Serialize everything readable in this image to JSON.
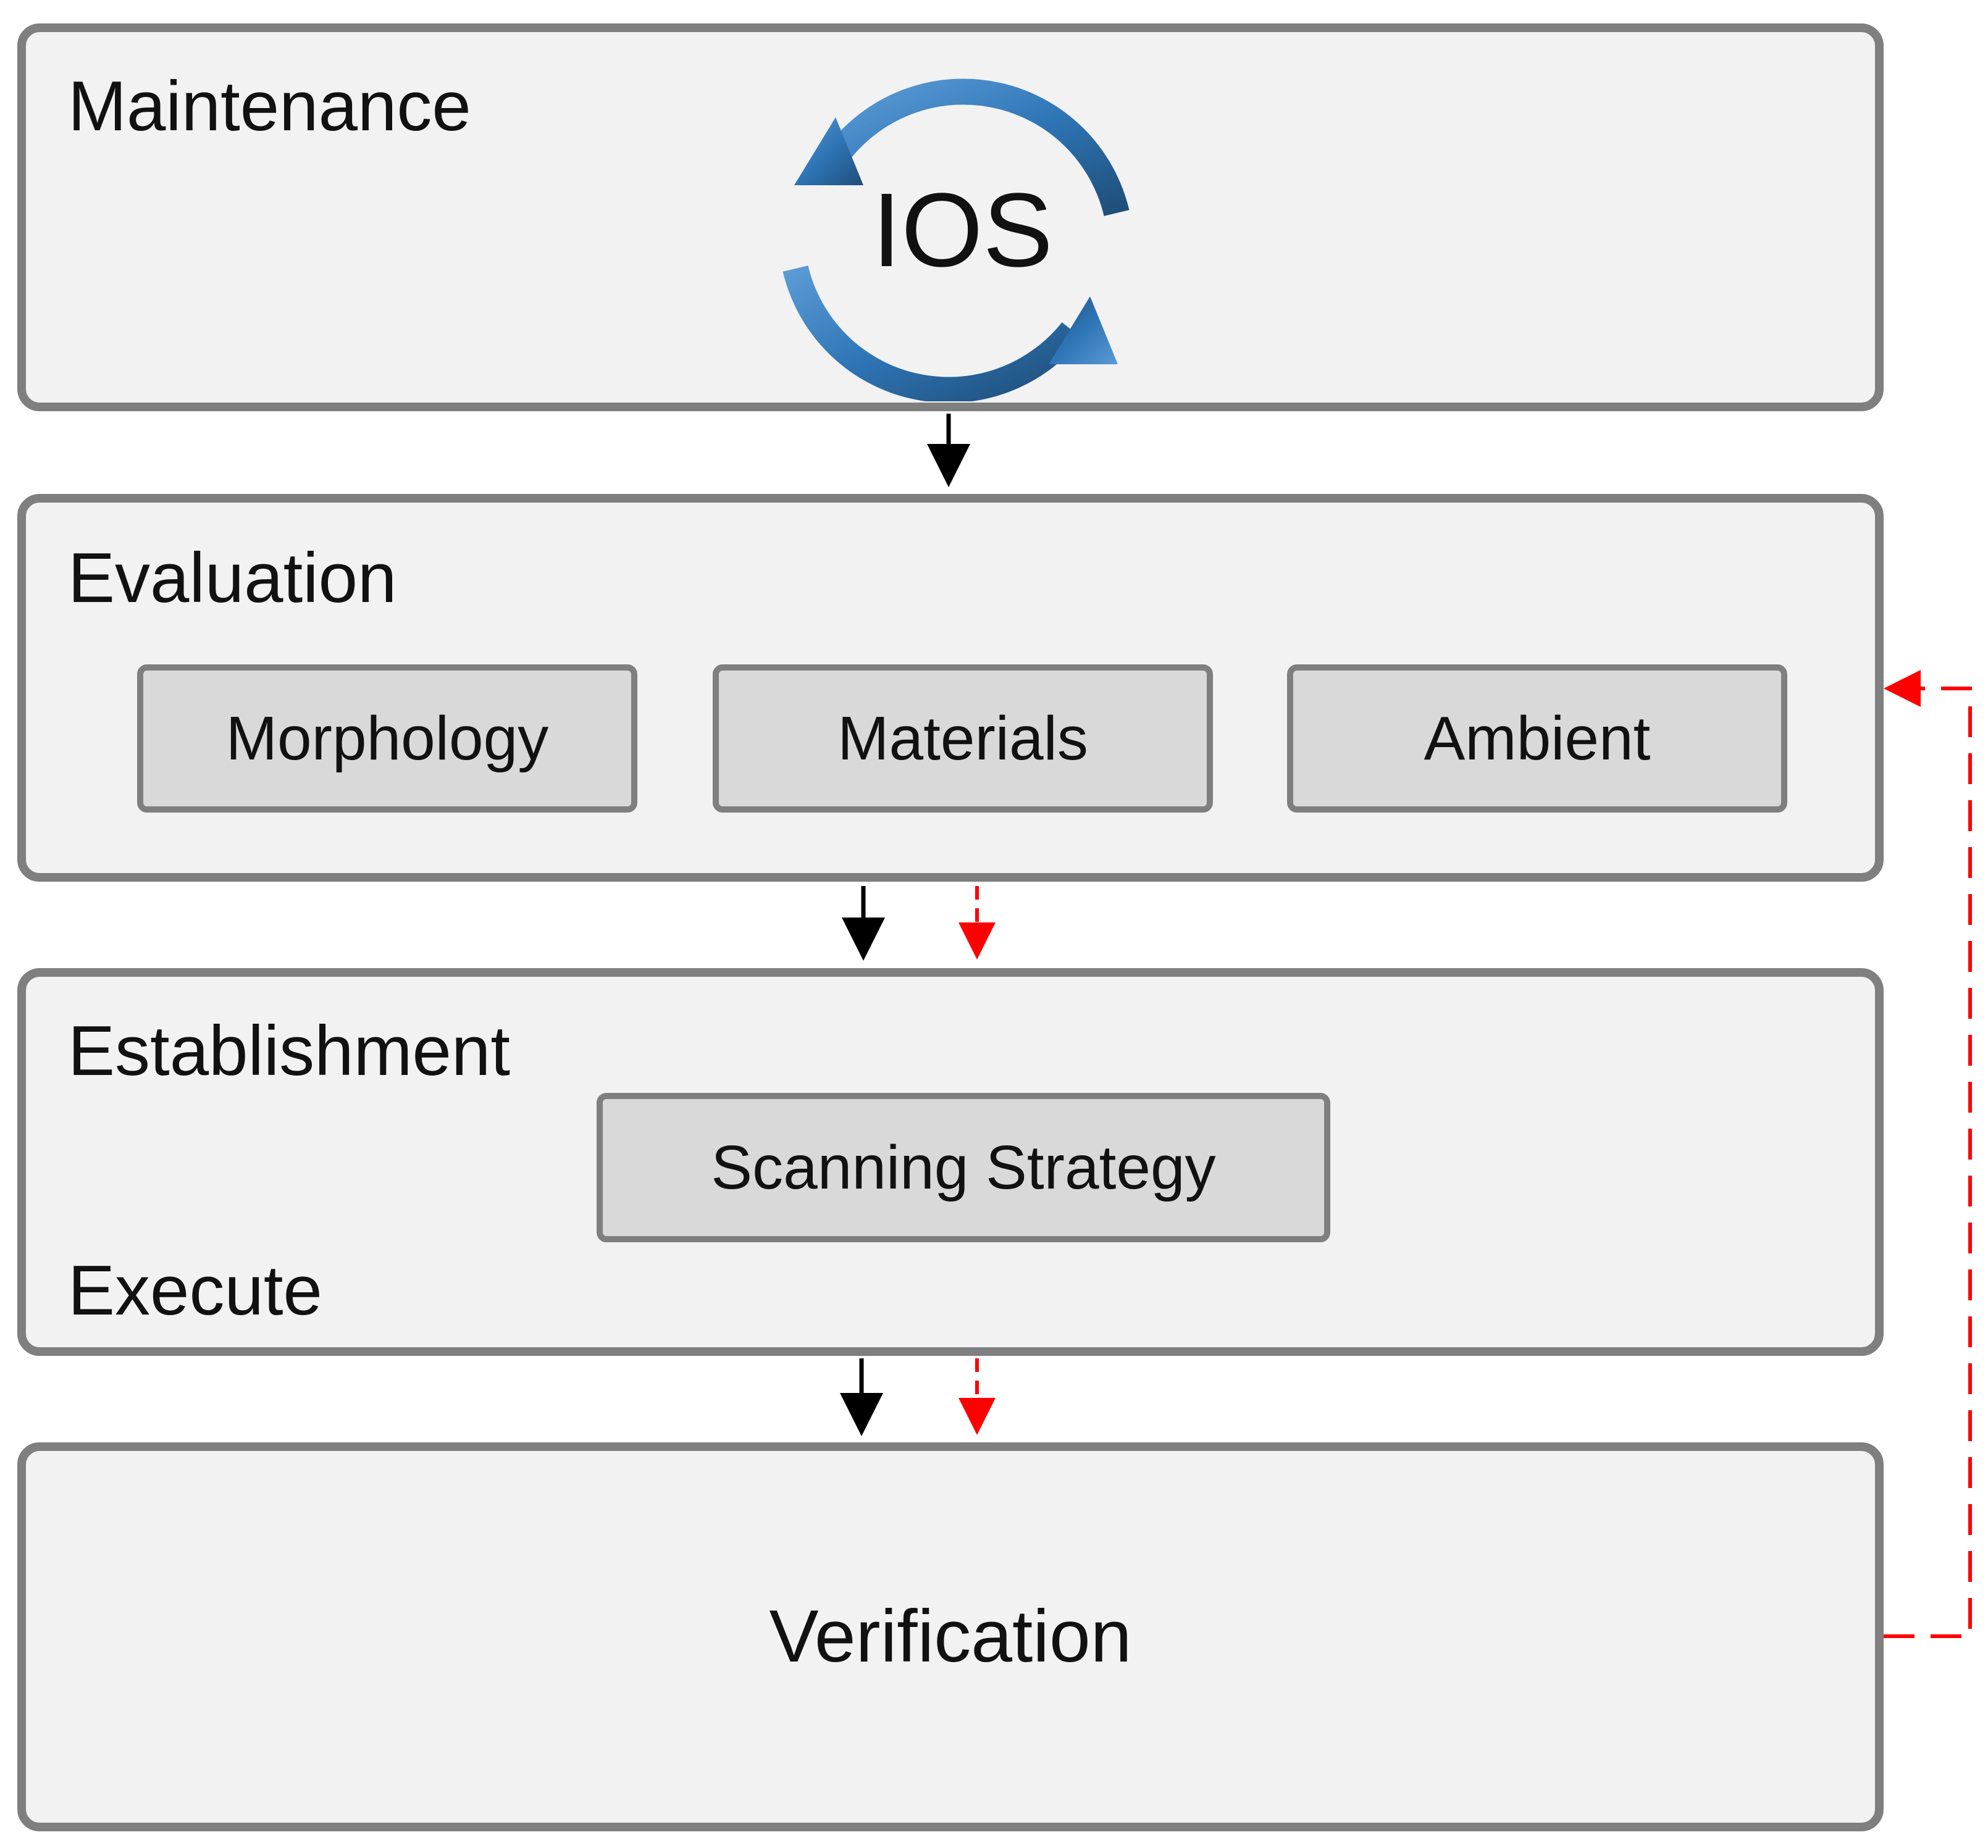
{
  "stages": {
    "maintenance": {
      "title": "Maintenance",
      "cycle_label": "IOS"
    },
    "evaluation": {
      "title": "Evaluation",
      "items": [
        "Morphology",
        "Materials",
        "Ambient"
      ]
    },
    "establishment": {
      "title": "Establishment",
      "strategy_label": "Scanning Strategy",
      "execute_label": "Execute"
    },
    "verification": {
      "title": "Verification"
    }
  },
  "colors": {
    "panel_fill": "#f2f2f2",
    "panel_border": "#7f7f7f",
    "box_fill": "#d9d9d9",
    "flow_arrow": "#000000",
    "feedback_arrow": "#ff0000",
    "cycle_arrows": "#2e75b6"
  },
  "icons": {
    "cycle": "circular-refresh-arrows-icon"
  }
}
